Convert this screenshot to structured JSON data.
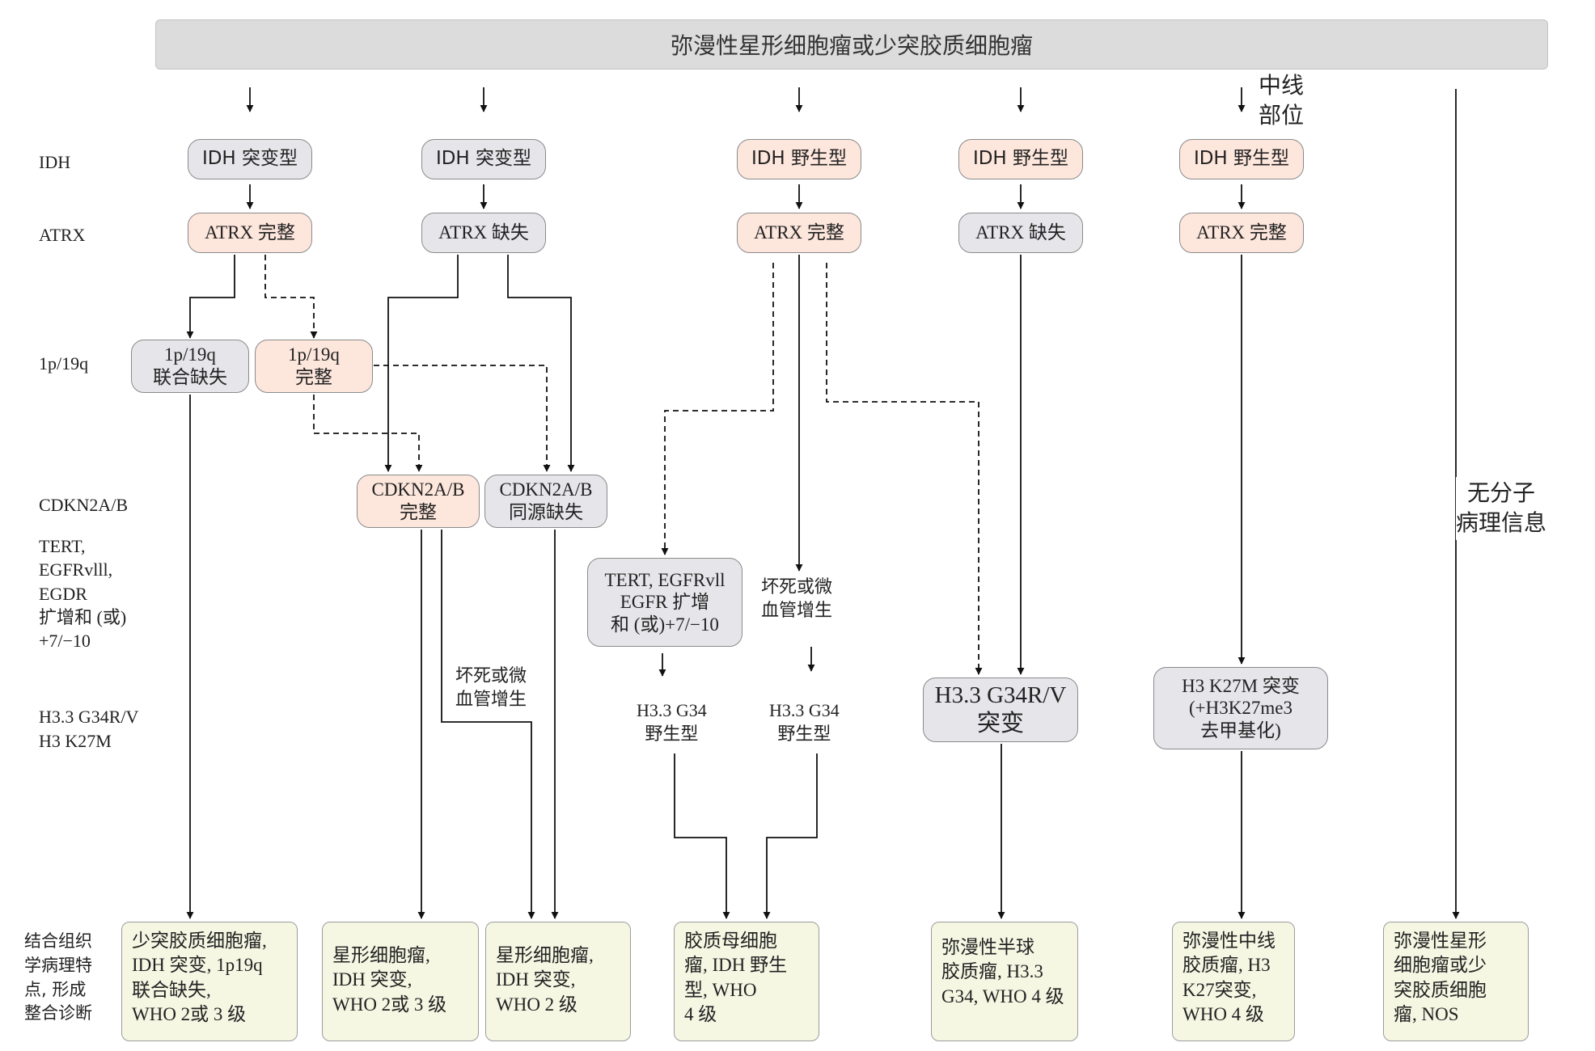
{
  "header": {
    "title": "弥漫性星形细胞瘤或少突胶质细胞瘤"
  },
  "midline": {
    "label": "中线\n部位"
  },
  "no_molecular": {
    "label": "无分子\n病理信息"
  },
  "row_labels": {
    "idh": "IDH",
    "atrx": "ATRX",
    "codeletion": "1p/19q",
    "cdkn": "CDKN2A/B",
    "tert": "TERT,\nEGFRvlll,\nEGDR\n扩增和 (或)\n+7/−10",
    "h3": "H3.3 G34R/V\nH3 K27M",
    "diagnosis": "结合组织\n学病理特\n点, 形成\n整合诊断"
  },
  "nodes": {
    "idh_mut_1": "IDH 突变型",
    "idh_mut_2": "IDH 突变型",
    "idh_wt_1": "IDH 野生型",
    "idh_wt_2": "IDH 野生型",
    "idh_wt_3": "IDH 野生型",
    "atrx_intact_1": "ATRX 完整",
    "atrx_loss_1": "ATRX 缺失",
    "atrx_intact_2": "ATRX 完整",
    "atrx_loss_2": "ATRX 缺失",
    "atrx_intact_3": "ATRX 完整",
    "codel_loss": "1p/19q\n联合缺失",
    "codel_intact": "1p/19q\n完整",
    "cdkn_intact": "CDKN2A/B\n完整",
    "cdkn_homdel": "CDKN2A/B\n同源缺失",
    "tert_amp": "TERT, EGFRvll\nEGFR 扩增\n和 (或)+7/−10",
    "h3_g34": "H3.3 G34R/V\n突变",
    "h3_k27m": "H3 K27M 突变\n(+H3K27me3\n去甲基化)"
  },
  "labels": {
    "necrosis_1": "坏死或微\n血管增生",
    "necrosis_2": "坏死或微\n血管增生",
    "g34_wt_1": "H3.3 G34\n野生型",
    "g34_wt_2": "H3.3 G34\n野生型"
  },
  "diagnoses": {
    "oligo": "少突胶质细胞瘤,\nIDH 突变, 1p19q\n联合缺失,\nWHO 2或 3 级",
    "astro_23": "星形细胞瘤,\nIDH 突变,\nWHO 2或 3 级",
    "astro_2": "星形细胞瘤,\nIDH 突变,\nWHO 2 级",
    "gbm": "胶质母细胞\n瘤, IDH 野生\n型, WHO\n4 级",
    "hemispheric": "弥漫性半球\n胶质瘤, H3.3\nG34, WHO 4 级",
    "midline": "弥漫性中线\n胶质瘤, H3\nK27突变,\nWHO 4 级",
    "nos": "弥漫性星形\n细胞瘤或少\n突胶质细胞\n瘤, NOS"
  },
  "colors": {
    "grey_node": "#e6e6ea",
    "peach_node": "#fde6dc",
    "diagnosis": "#f5f7e3",
    "header": "#dcdcdc"
  }
}
